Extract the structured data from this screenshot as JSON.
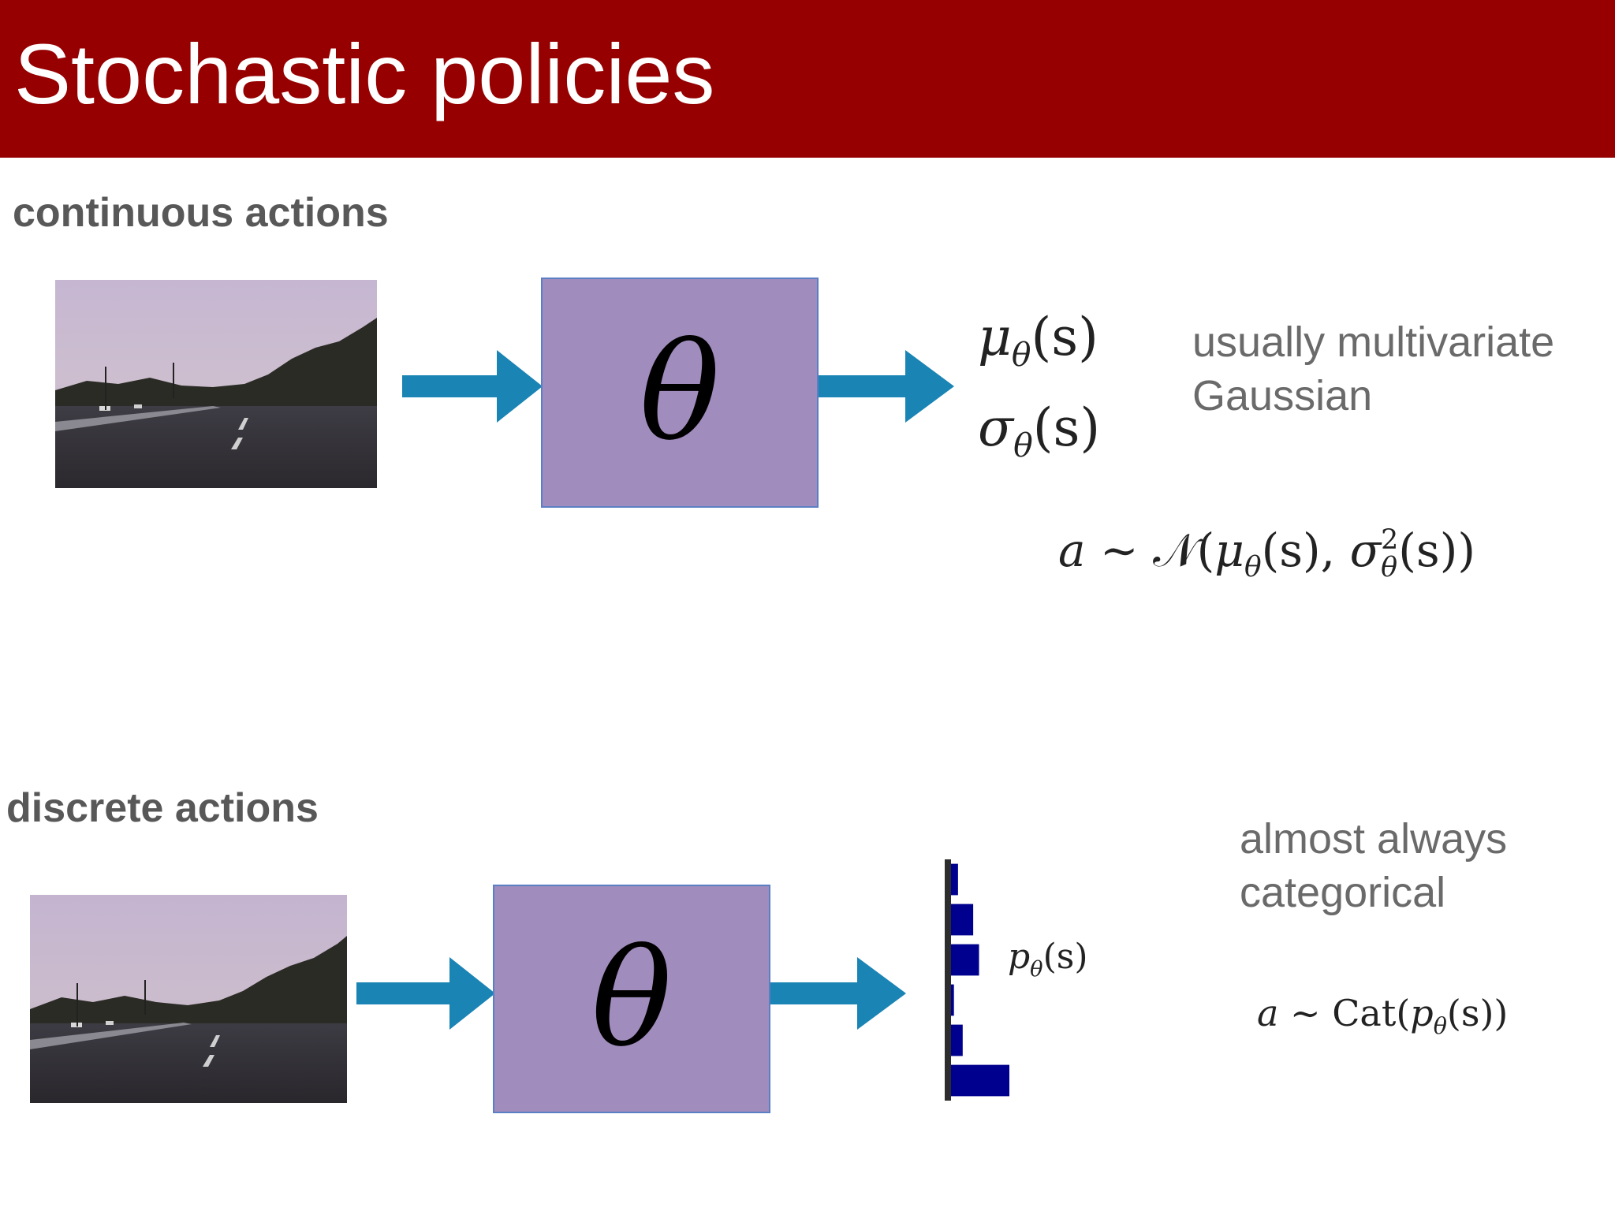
{
  "title": "Stochastic policies",
  "colors": {
    "header": "#960000",
    "box_fill": "#a08cbd",
    "box_border": "#5b7fc4",
    "arrow": "#1a84b4",
    "bars": "#00008f"
  },
  "continuous": {
    "label": "continuous actions",
    "box_symbol": "θ",
    "mean": {
      "symbol": "μ",
      "sub": "θ",
      "arg": "(s)"
    },
    "std": {
      "symbol": "σ",
      "sub": "θ",
      "arg": "(s)"
    },
    "note_line1": "usually multivariate",
    "note_line2": "Gaussian",
    "formula": {
      "lhs": "a",
      "rel": " ∼ ",
      "dist": "𝒩",
      "open": "(",
      "mu": "μ",
      "mu_sub": "θ",
      "mu_arg": "(s), ",
      "sigma": "σ",
      "sigma_sup": "2",
      "sigma_sub": "θ",
      "sigma_arg": "(s))"
    }
  },
  "discrete": {
    "label": "discrete actions",
    "box_symbol": "θ",
    "prob": {
      "symbol": "p",
      "sub": "θ",
      "arg": "(s)"
    },
    "note_line1": "almost always",
    "note_line2": "categorical",
    "formula": {
      "lhs": "a",
      "rel": " ∼ ",
      "dist": "Cat(",
      "p": "p",
      "p_sub": "θ",
      "p_arg": "(s))"
    },
    "bars": [
      0.12,
      0.38,
      0.48,
      0.05,
      0.2,
      1.0
    ]
  }
}
